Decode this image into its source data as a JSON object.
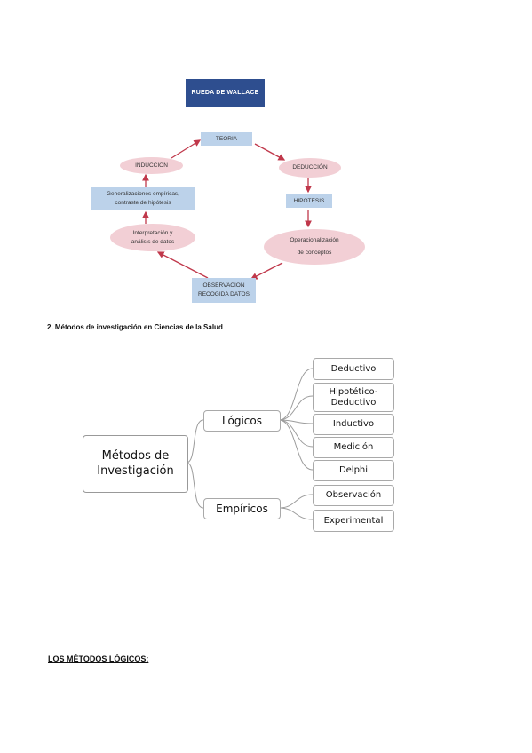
{
  "wheel": {
    "title": "RUEDA DE WALLACE",
    "teoria": "TEORIA",
    "deduccion": "DEDUCCIÓN",
    "hipotesis": "HIPOTESIS",
    "operacionalizacion": [
      "Operacionalización",
      "de conceptos"
    ],
    "observacion": [
      "OBSERVACION",
      "RECOGIDA DATOS"
    ],
    "interpretacion": [
      "Interpretación y",
      "análisis de datos"
    ],
    "generalizaciones": [
      "Generalizaciones empíricas,",
      "contraste de hipótesis"
    ],
    "induccion": "INDUCCIÓN",
    "colors": {
      "title_bg": "#2e4e8f",
      "rect_bg": "#bcd2ea",
      "oval_bg": "#f2cfd5",
      "arrow": "#c0384b"
    }
  },
  "heading": "2. Métodos de investigación en Ciencias de la Salud",
  "mindmap": {
    "root": [
      "Métodos de",
      "Investigación"
    ],
    "logicos": {
      "label": "Lógicos",
      "children": [
        [
          "Deductivo"
        ],
        [
          "Hipotético-",
          "Deductivo"
        ],
        [
          "Inductivo"
        ],
        [
          "Medición"
        ],
        [
          "Delphi"
        ]
      ]
    },
    "empiricos": {
      "label": "Empíricos",
      "children": [
        [
          "Observación"
        ],
        [
          "Experimental"
        ]
      ]
    }
  },
  "section_title": "LOS MÉTODOS LÓGICOS:"
}
